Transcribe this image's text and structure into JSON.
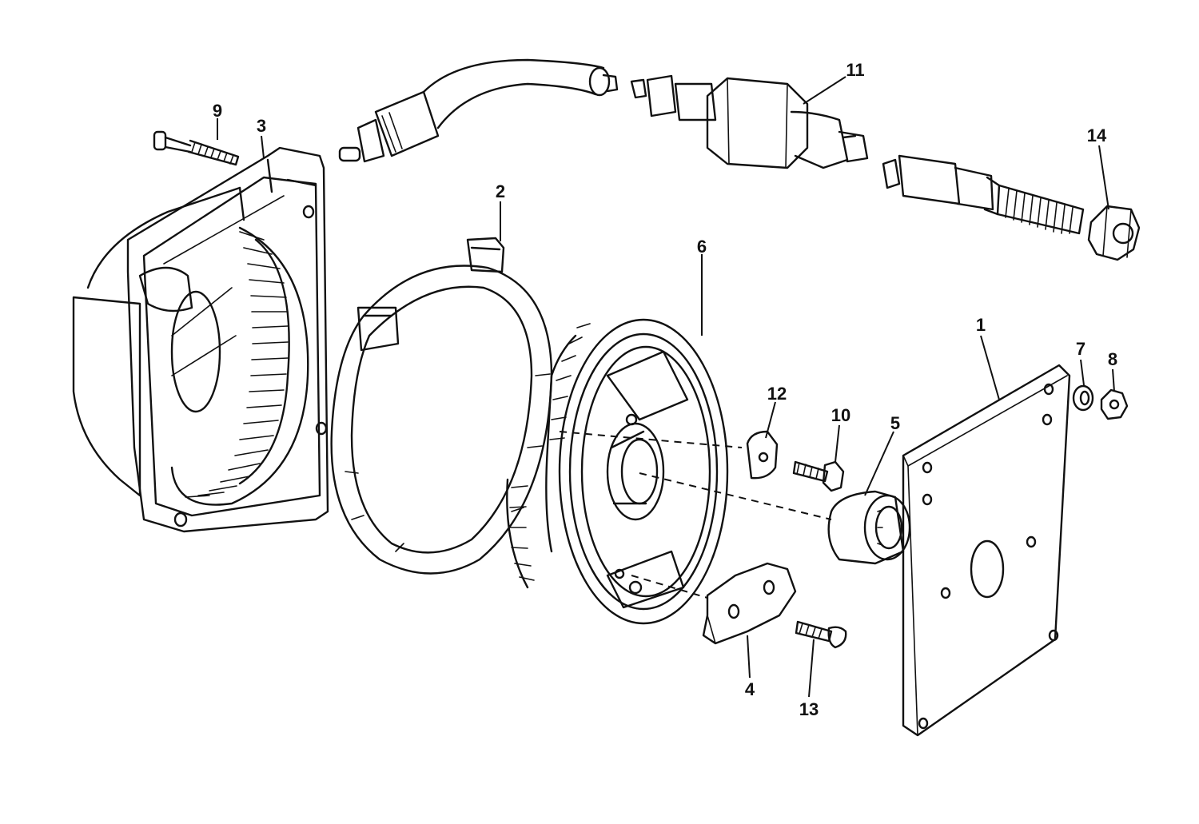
{
  "callouts": {
    "c1": "1",
    "c2": "2",
    "c3": "3",
    "c4": "4",
    "c5": "5",
    "c6": "6",
    "c7": "7",
    "c8": "8",
    "c9": "9",
    "c10": "10",
    "c11": "11",
    "c12": "12",
    "c13": "13",
    "c14": "14"
  },
  "colors": {
    "ink": "#111111",
    "paper": "#ffffff"
  }
}
